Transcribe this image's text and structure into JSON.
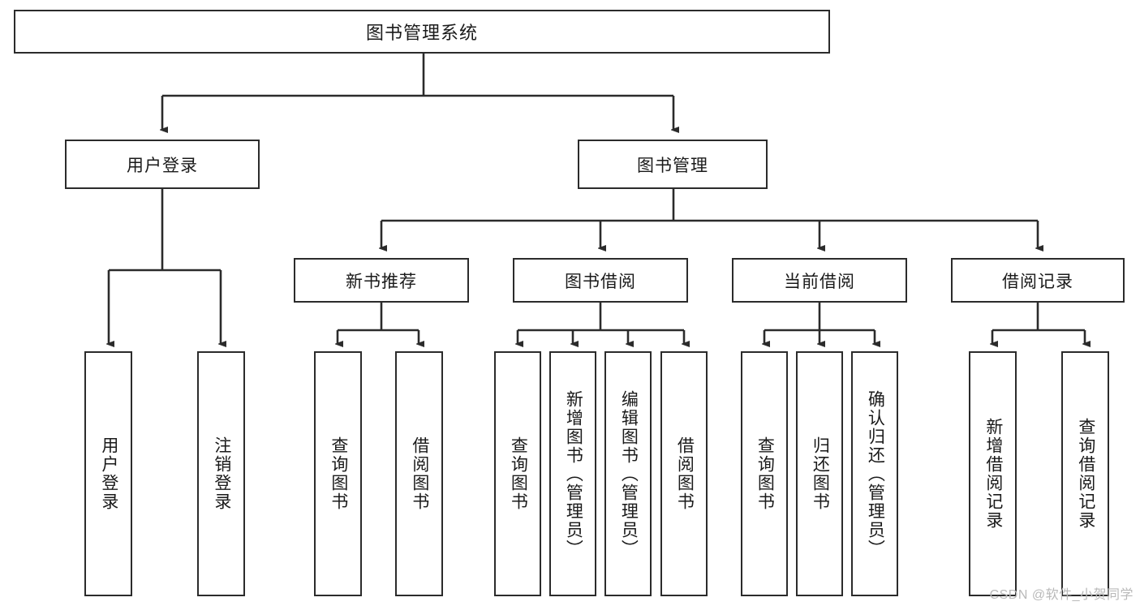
{
  "diagram": {
    "title": "图书管理系统",
    "type": "tree",
    "root": {
      "id": "root",
      "label": "图书管理系统",
      "orientation": "horizontal"
    },
    "level2": [
      {
        "id": "user-login",
        "label": "用户登录",
        "orientation": "horizontal"
      },
      {
        "id": "book-manage",
        "label": "图书管理",
        "orientation": "horizontal"
      }
    ],
    "level3": [
      {
        "id": "new-book-recommend",
        "label": "新书推荐",
        "parent": "book-manage",
        "orientation": "horizontal"
      },
      {
        "id": "book-borrow",
        "label": "图书借阅",
        "parent": "book-manage",
        "orientation": "horizontal"
      },
      {
        "id": "current-borrow",
        "label": "当前借阅",
        "parent": "book-manage",
        "orientation": "horizontal"
      },
      {
        "id": "borrow-record",
        "label": "借阅记录",
        "parent": "book-manage",
        "orientation": "horizontal"
      }
    ],
    "leaves": [
      {
        "id": "leaf-user-login",
        "label": "用户登录",
        "parent": "user-login",
        "orientation": "vertical"
      },
      {
        "id": "leaf-user-logout",
        "label": "注销登录",
        "parent": "user-login",
        "orientation": "vertical"
      },
      {
        "id": "leaf-query-book-1",
        "label": "查询图书",
        "parent": "new-book-recommend",
        "orientation": "vertical"
      },
      {
        "id": "leaf-borrow-book-1",
        "label": "借阅图书",
        "parent": "new-book-recommend",
        "orientation": "vertical"
      },
      {
        "id": "leaf-query-book-2",
        "label": "查询图书",
        "parent": "book-borrow",
        "orientation": "vertical"
      },
      {
        "id": "leaf-add-book",
        "label": "新增图书（管理员）",
        "parent": "book-borrow",
        "orientation": "vertical"
      },
      {
        "id": "leaf-edit-book",
        "label": "编辑图书（管理员）",
        "parent": "book-borrow",
        "orientation": "vertical"
      },
      {
        "id": "leaf-borrow-book-2",
        "label": "借阅图书",
        "parent": "book-borrow",
        "orientation": "vertical"
      },
      {
        "id": "leaf-query-book-3",
        "label": "查询图书",
        "parent": "current-borrow",
        "orientation": "vertical"
      },
      {
        "id": "leaf-return-book",
        "label": "归还图书",
        "parent": "current-borrow",
        "orientation": "vertical"
      },
      {
        "id": "leaf-confirm-return",
        "label": "确认归还（管理员）",
        "parent": "current-borrow",
        "orientation": "vertical"
      },
      {
        "id": "leaf-add-record",
        "label": "新增借阅记录",
        "parent": "borrow-record",
        "orientation": "vertical"
      },
      {
        "id": "leaf-query-record",
        "label": "查询借阅记录",
        "parent": "borrow-record",
        "orientation": "vertical"
      }
    ],
    "colors": {
      "border": "#2b2b2b",
      "background": "#ffffff",
      "text": "#1a1a1a",
      "connector": "#2b2b2b",
      "watermark": "#b9b9b9"
    }
  },
  "watermark": {
    "text": "CSDN @软件_小贺同学"
  }
}
